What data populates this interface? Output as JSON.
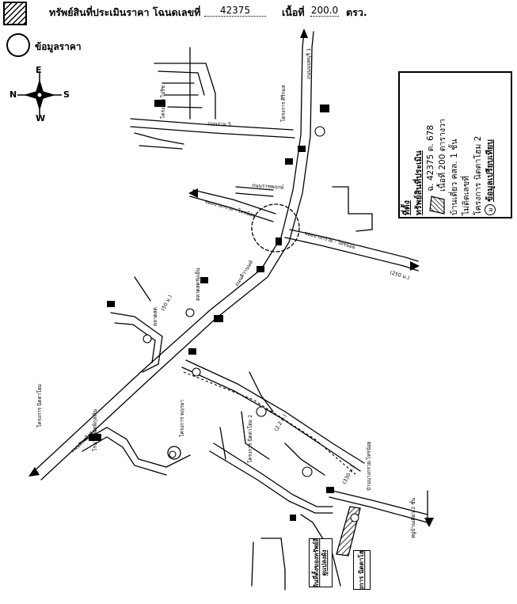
{
  "header": {
    "asset_label": "ทรัพย์สินที่ประเมินราคา โฉนดเลขที่",
    "deed_number": "42375",
    "area_label": "เนื้อที่",
    "area_value": "200.0",
    "area_unit": "ตรว.",
    "price_info_label": "ข้อมูลราคา"
  },
  "compass": {
    "n": "N",
    "e": "E",
    "s": "S",
    "w": "W"
  },
  "legend": {
    "line1": "ที่ตั้ง",
    "line2": "ทรัพย์สินที่ประเมิน",
    "line3": "ฉ. 42375 ต. 678",
    "line4": "เนื้อที่ 200 ตารางวา",
    "line5": "บ้านเดี่ยว คสล. 1 ชั้น",
    "line6": "ไม่ติดเลขที่",
    "line7": "โครงการ นิตตาโฮม 2",
    "marker": "ม",
    "line8": "ข้อมูลเปรียบเทียบ"
  },
  "roads": {
    "nonthaburi": "ถนนนนทบุรี 1",
    "ratchaphruek": "ถนนราชพฤกษ์",
    "tiwanon": "ถนนติวานนท์",
    "phaholyothin": "ถนนพหลโยธิน",
    "rama5": "ถนนราม 5",
    "soi_bangkruay": "ซอยบางกรวย - ไทรน้อย",
    "distance_250": "(250 ม.)",
    "distance_330": "(330 ม.)",
    "distance_50": "(50 ม.)",
    "soi_2_2": "(2.2 ม.)",
    "bang_kruay_sai_noi": "บ้านบางกรวย-ไทรน้อย"
  },
  "places": {
    "kasem": "โครงการ ไอริช",
    "sap": "โครงการ ศิริกมล",
    "rain": "ตลาดสดร่มเย็น",
    "temple": "โครงการ นิตตาโฮม",
    "nita2": "โครงการ นิตตาโฮม 2",
    "school": "โรงเรียนวัดพิกุลเงิน",
    "market": "ตลาดสด",
    "condo": "โครงการ พฤกษา",
    "village": "หมู่บ้านเดี่ยว 2 ชั้น"
  },
  "notes": {
    "note_a_1": "ที่ดินที่ตั้งของทรัพย์สิน",
    "note_a_2": "ดูแปลงผัง",
    "note_b": "โครงการ นิตตาโฮม 2"
  },
  "colors": {
    "ink": "#000000",
    "paper": "#ffffff"
  }
}
